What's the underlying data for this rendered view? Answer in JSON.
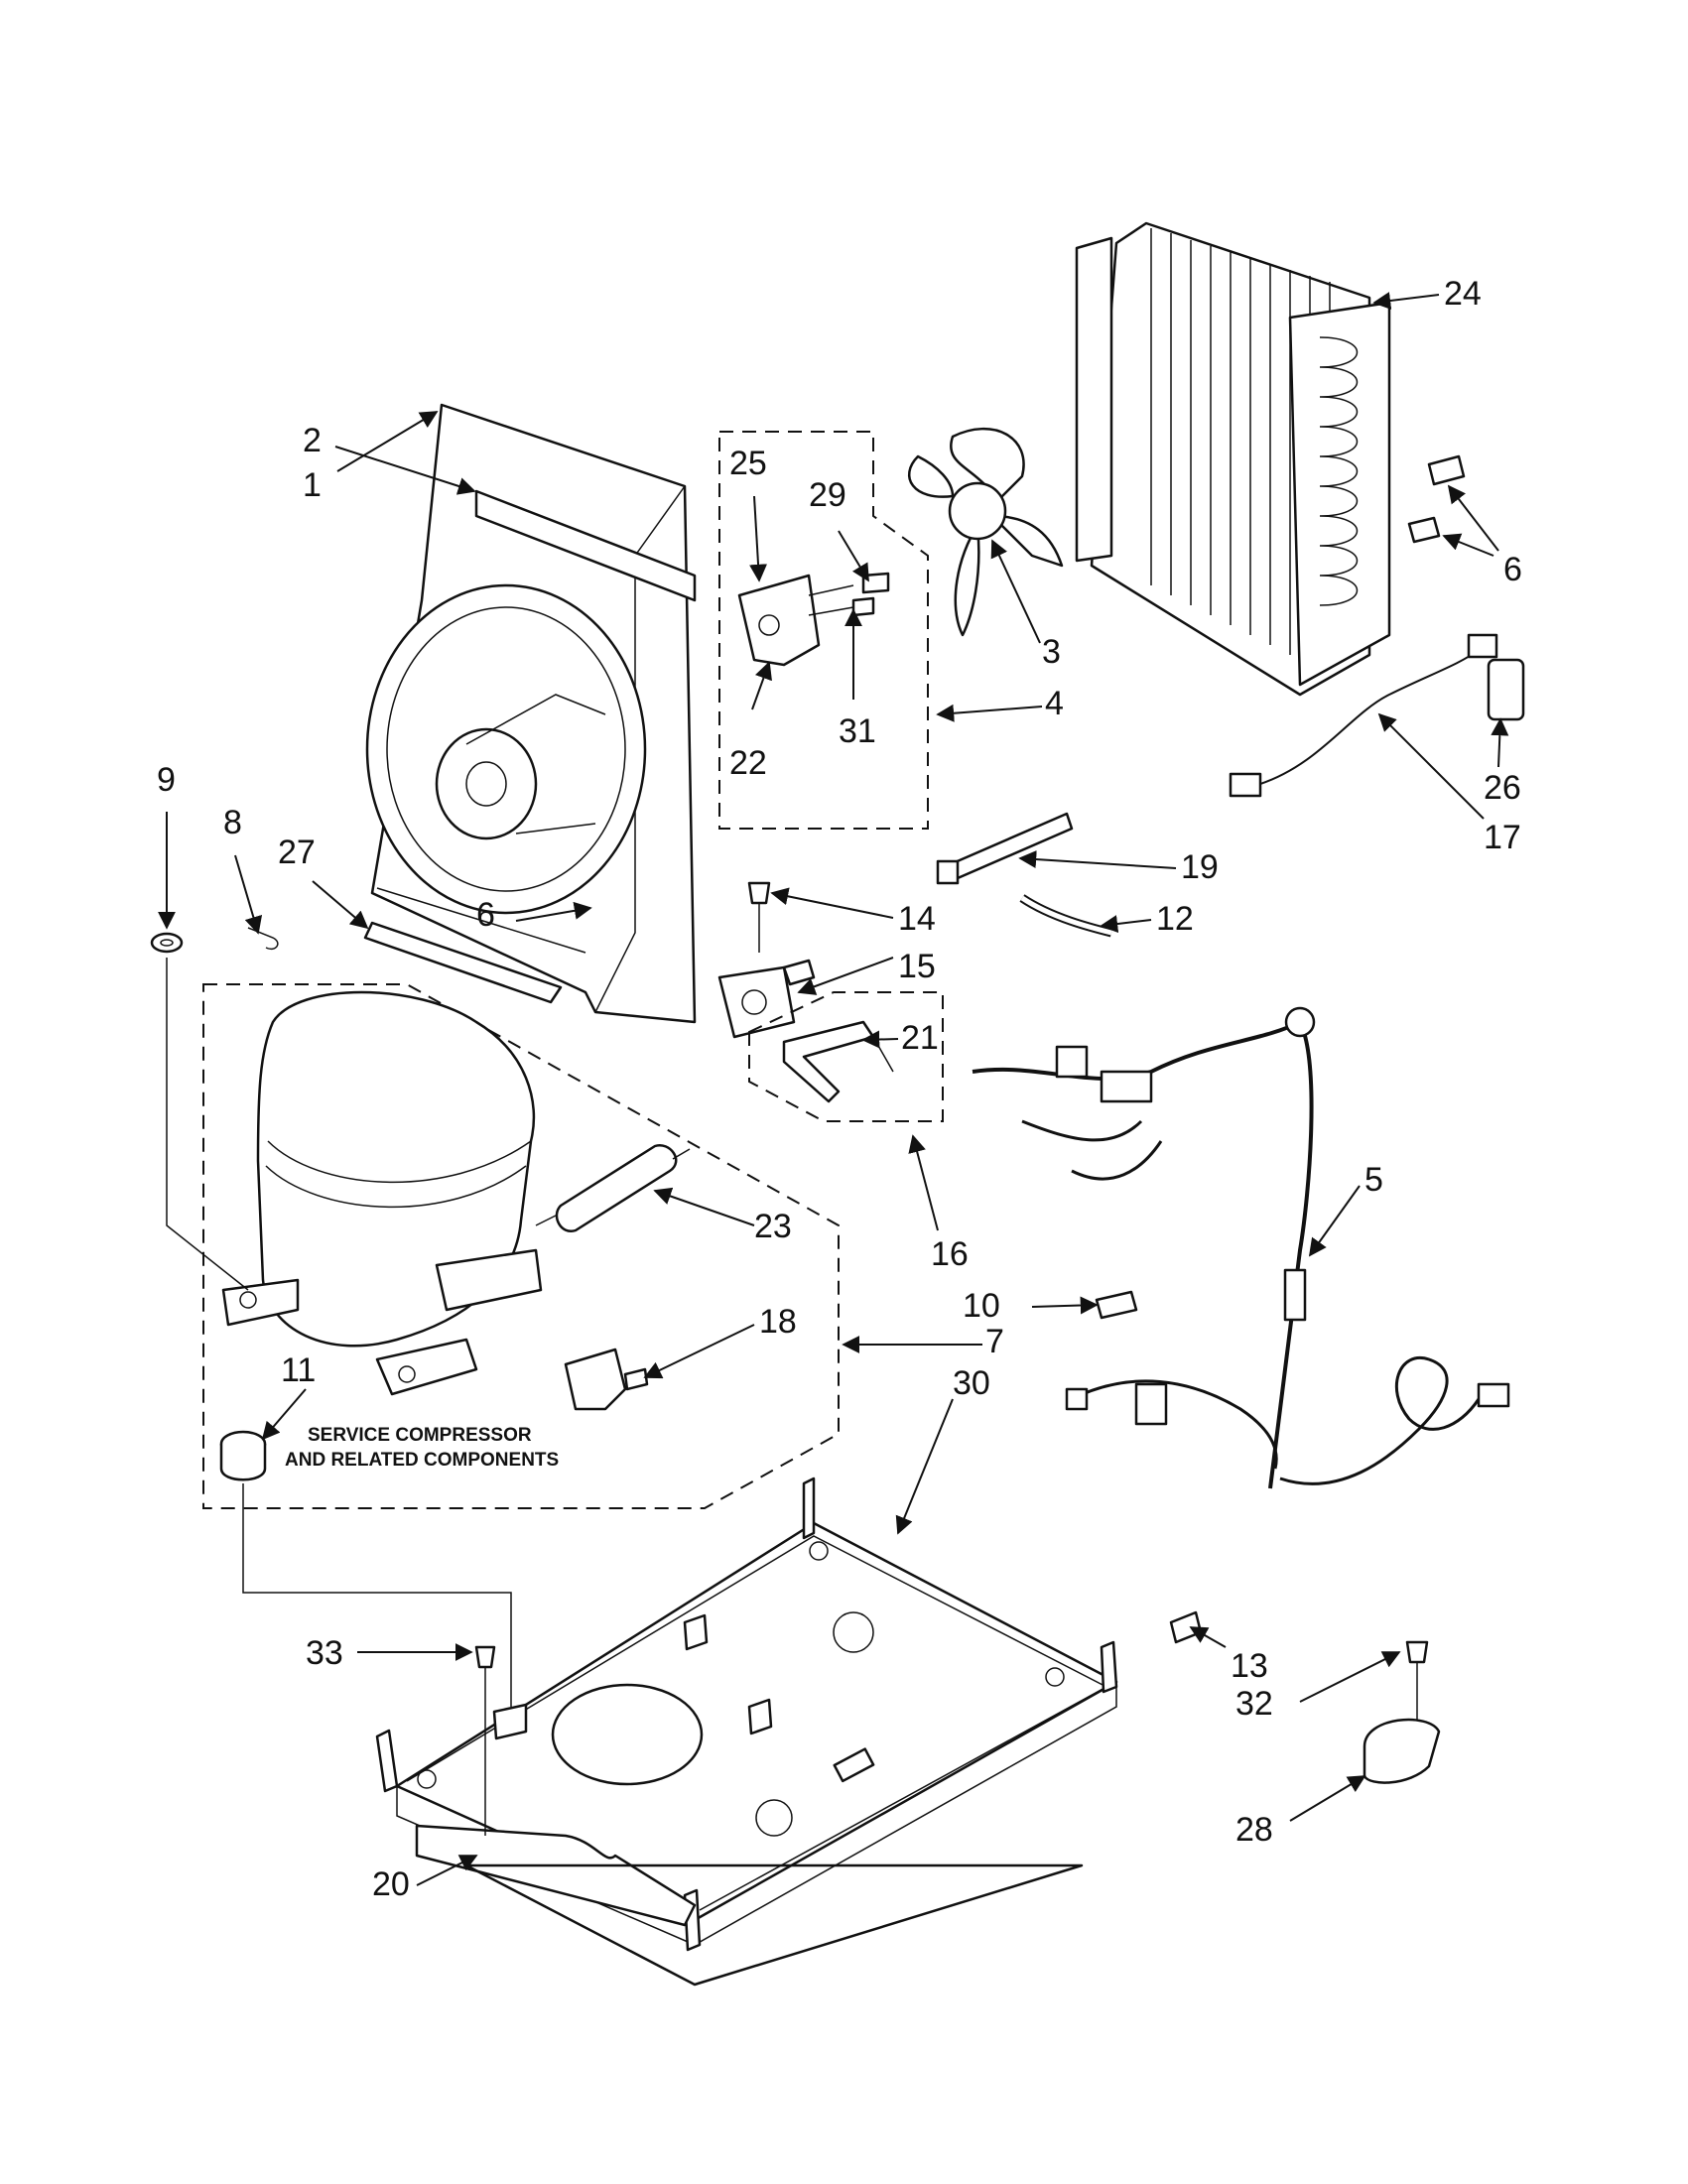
{
  "diagram": {
    "callouts": [
      "1",
      "2",
      "3",
      "4",
      "5",
      "6",
      "6",
      "6",
      "7",
      "8",
      "9",
      "10",
      "11",
      "12",
      "13",
      "14",
      "15",
      "16",
      "17",
      "18",
      "19",
      "20",
      "21",
      "22",
      "23",
      "24",
      "25",
      "26",
      "27",
      "28",
      "29",
      "30",
      "31",
      "32",
      "33"
    ],
    "service_note_line1": "SERVICE COMPRESSOR",
    "service_note_line2": "AND RELATED COMPONENTS"
  }
}
